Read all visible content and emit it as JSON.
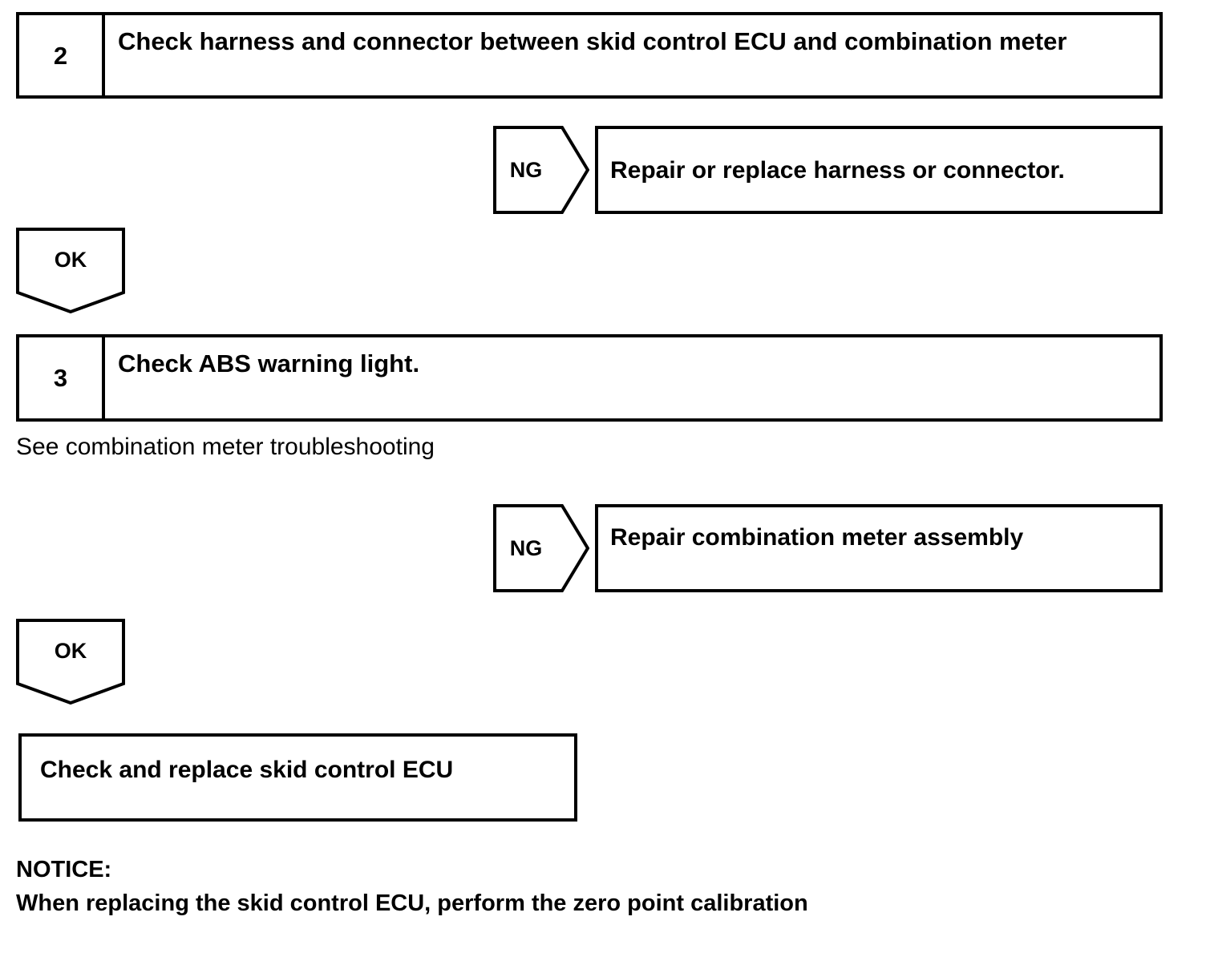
{
  "diagram": {
    "title_text_present": false,
    "line_color": "#000000",
    "background_color": "#ffffff",
    "steps": [
      {
        "number": "2",
        "text": "Check harness and connector between skid control ECU and combination meter"
      },
      {
        "number": "3",
        "text": "Check ABS warning light."
      }
    ],
    "branches": [
      {
        "label": "NG",
        "result": "Repair or replace harness or connector."
      },
      {
        "label": "NG",
        "result": "Repair combination meter assembly"
      }
    ],
    "ok_labels": [
      {
        "label": "OK"
      },
      {
        "label": "OK"
      }
    ],
    "reference_note": "See combination meter troubleshooting",
    "final_action": "Check and replace skid control ECU",
    "notice": {
      "heading": "NOTICE:",
      "body": "When replacing the skid control ECU, perform the zero point calibration"
    }
  }
}
